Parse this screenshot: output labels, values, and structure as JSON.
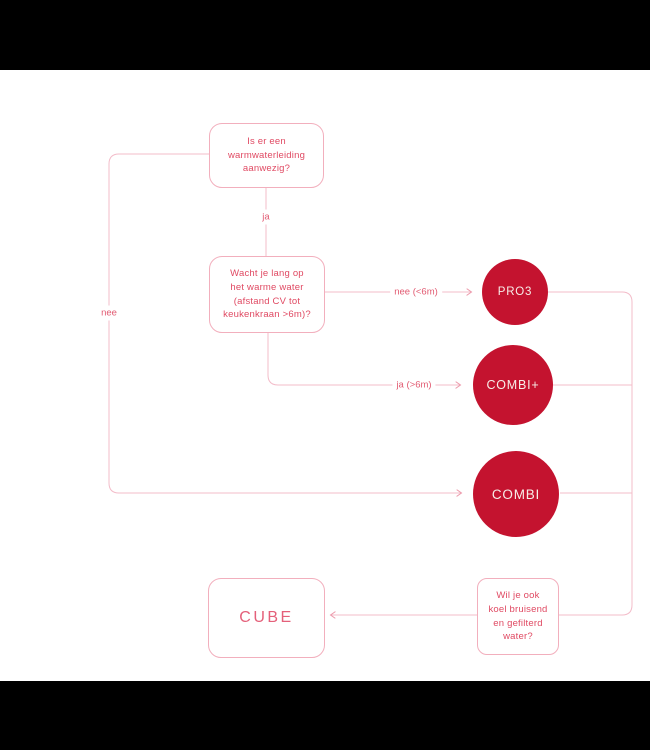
{
  "colors": {
    "letterbox": "#000000",
    "background": "#ffffff",
    "circle_fill": "#c4132f",
    "circle_text": "#f7ede8",
    "box_border": "#f2afbd",
    "box_text": "#e04a63",
    "line": "#f3bcc9",
    "label_text": "#e25b72"
  },
  "nodes": {
    "q_warmwater": {
      "text": "Is er een\nwarmwaterleiding\naanwezig?"
    },
    "q_wachten": {
      "text": "Wacht je lang op\nhet warme water\n(afstand CV tot\nkeukenkraan >6m)?"
    },
    "q_koelwater": {
      "text": "Wil je ook\nkoel bruisend\nen gefilterd\nwater?"
    },
    "product_pro3": {
      "label": "PRO3"
    },
    "product_combiplus": {
      "label": "COMBI+"
    },
    "product_combi": {
      "label": "COMBI"
    },
    "product_cube": {
      "label": "CUBE"
    }
  },
  "edges": {
    "ja": {
      "label": "ja"
    },
    "nee": {
      "label": "nee"
    },
    "nee_korter_6m": {
      "label": "nee (<6m)"
    },
    "ja_langer_6m": {
      "label": "ja (>6m)"
    }
  }
}
